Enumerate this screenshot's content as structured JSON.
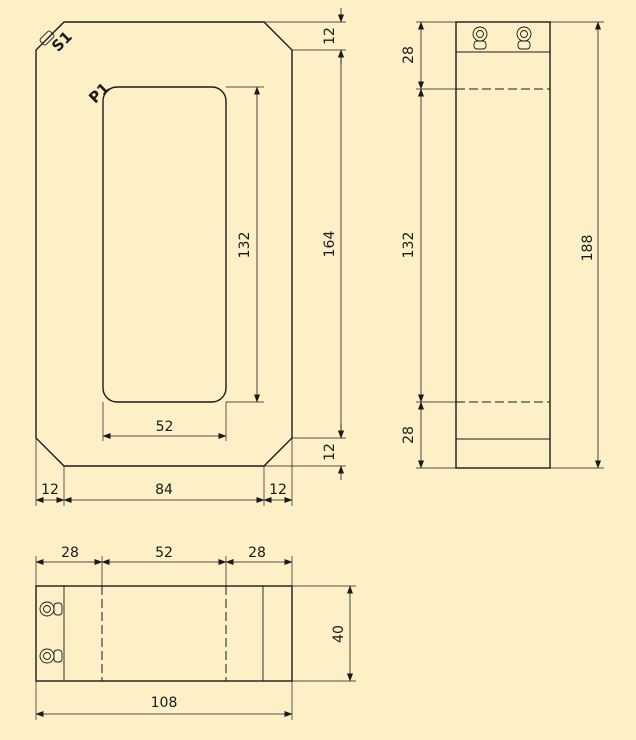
{
  "background": "#fdf0c6",
  "line_color": "#1a1a1a",
  "front_view": {
    "terminal_label": "S1",
    "window_label": "P1",
    "dims": {
      "top_chamfer": "12",
      "window_height": "132",
      "overall_height": "164",
      "window_width": "52",
      "bottom_chamfer": "12",
      "left_margin": "12",
      "width": "84",
      "right_margin": "12"
    }
  },
  "side_view": {
    "dims": {
      "top_section": "28",
      "middle_section": "132",
      "bottom_section": "28",
      "overall_height": "188"
    }
  },
  "bottom_view": {
    "dims": {
      "left_section": "28",
      "middle_section": "52",
      "right_section": "28",
      "depth": "40",
      "overall_width": "108"
    }
  }
}
